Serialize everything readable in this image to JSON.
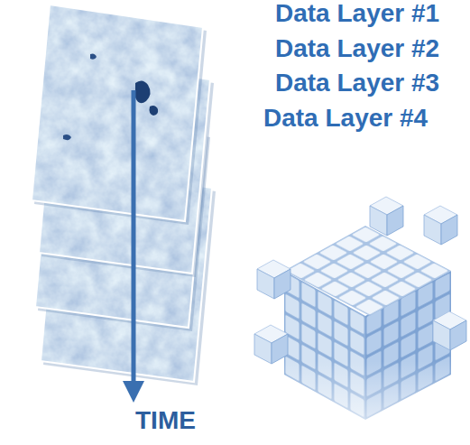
{
  "diagram": {
    "labels": [
      "Data Layer #1",
      "Data Layer #2",
      "Data Layer #3",
      "Data Layer #4",
      "TIME"
    ]
  }
}
